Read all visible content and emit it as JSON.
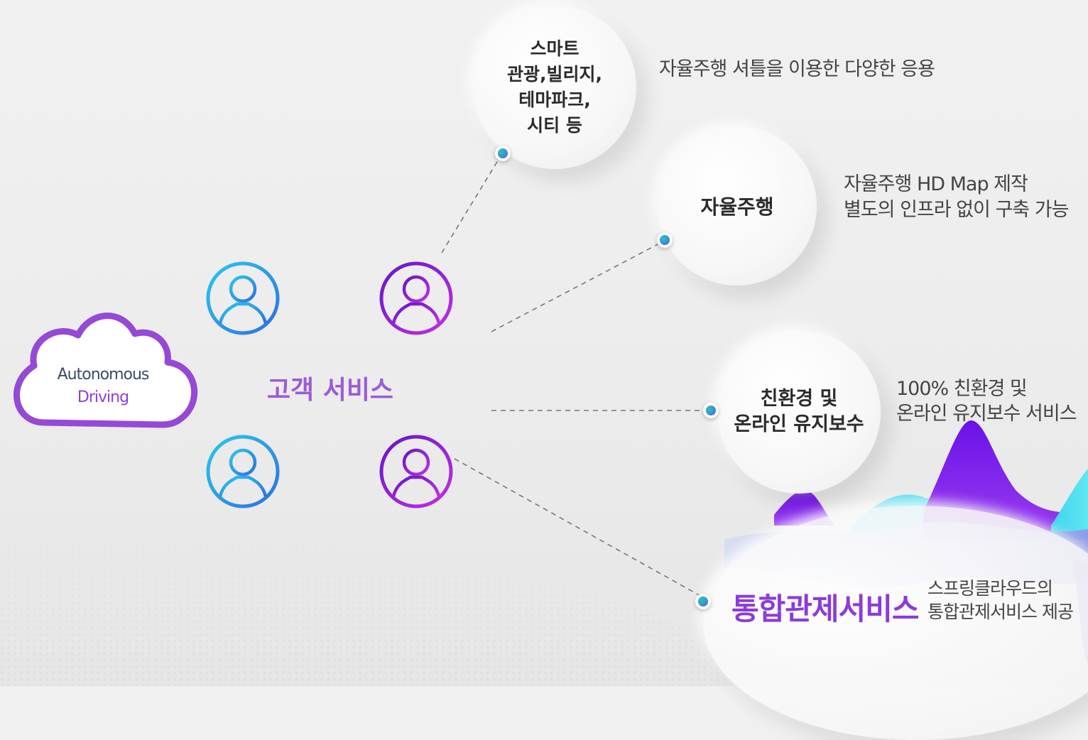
{
  "cloud": {
    "line1": "Autonomous",
    "line2": "Driving"
  },
  "center_label": "고객 서비스",
  "bubbles": {
    "smart": [
      "스마트",
      "관광,빌리지,",
      "테마파크,",
      "시티 등"
    ],
    "autonomous": "자율주행",
    "eco": [
      "친환경 및",
      "온라인 유지보수"
    ]
  },
  "descriptions": {
    "smart": "자율주행 셔틀을 이용한 다양한 응용",
    "autonomous": [
      "자율주행 HD Map 제작",
      "별도의 인프라 없이 구축 가능"
    ],
    "eco": [
      "100% 친환경 및",
      "온라인 유지보수 서비스"
    ],
    "control": [
      "스프링클라우드의",
      "통합관제서비스 제공"
    ]
  },
  "control_label": "통합관제서비스",
  "colors": {
    "cyan": "#1fb8ea",
    "blue": "#3f56d8",
    "purple": "#8a1fd6",
    "magenta": "#c52ee0",
    "label_purple": "#9b5cd6",
    "cloud_purple": "#9549d6"
  },
  "icons": [
    "person-icon",
    "person-icon",
    "person-icon",
    "person-icon",
    "cloud-icon"
  ]
}
